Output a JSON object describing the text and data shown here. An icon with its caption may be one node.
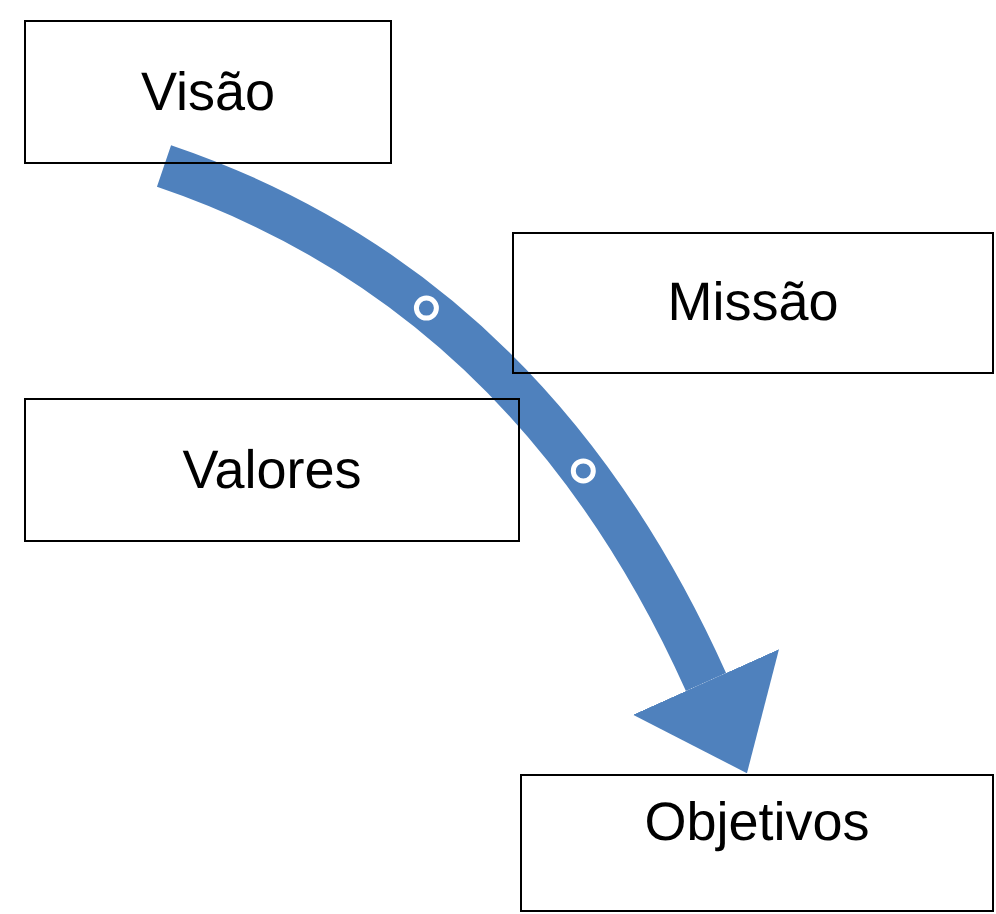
{
  "diagram": {
    "nodes": [
      {
        "text": [
          "Visão"
        ]
      },
      {
        "text": [
          "Missão"
        ]
      },
      {
        "text": [
          "Valores"
        ]
      },
      {
        "text": [
          "Objetivos"
        ]
      }
    ],
    "edges": [
      {
        "from": 0,
        "to": 3,
        "arrow": "to"
      }
    ]
  }
}
